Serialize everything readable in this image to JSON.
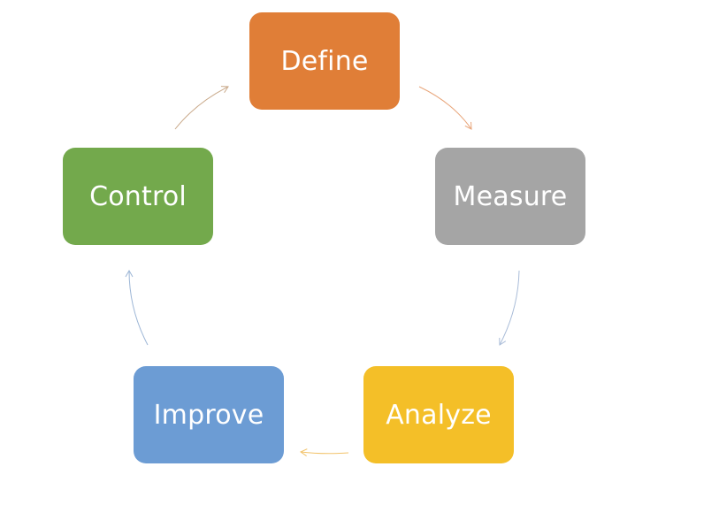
{
  "nodes": [
    {
      "id": "define",
      "label": "Define",
      "color": "#E07E37"
    },
    {
      "id": "measure",
      "label": "Measure",
      "color": "#A5A5A5"
    },
    {
      "id": "analyze",
      "label": "Analyze",
      "color": "#F4BF28"
    },
    {
      "id": "improve",
      "label": "Improve",
      "color": "#6C9CD4"
    },
    {
      "id": "control",
      "label": "Control",
      "color": "#73A94C"
    }
  ],
  "edges": [
    {
      "from": "define",
      "to": "measure",
      "color": "#E8A57A"
    },
    {
      "from": "measure",
      "to": "analyze",
      "color": "#A9BCD8"
    },
    {
      "from": "analyze",
      "to": "improve",
      "color": "#F2C36B"
    },
    {
      "from": "improve",
      "to": "control",
      "color": "#9DB6D6"
    },
    {
      "from": "control",
      "to": "define",
      "color": "#C9A98A"
    }
  ]
}
